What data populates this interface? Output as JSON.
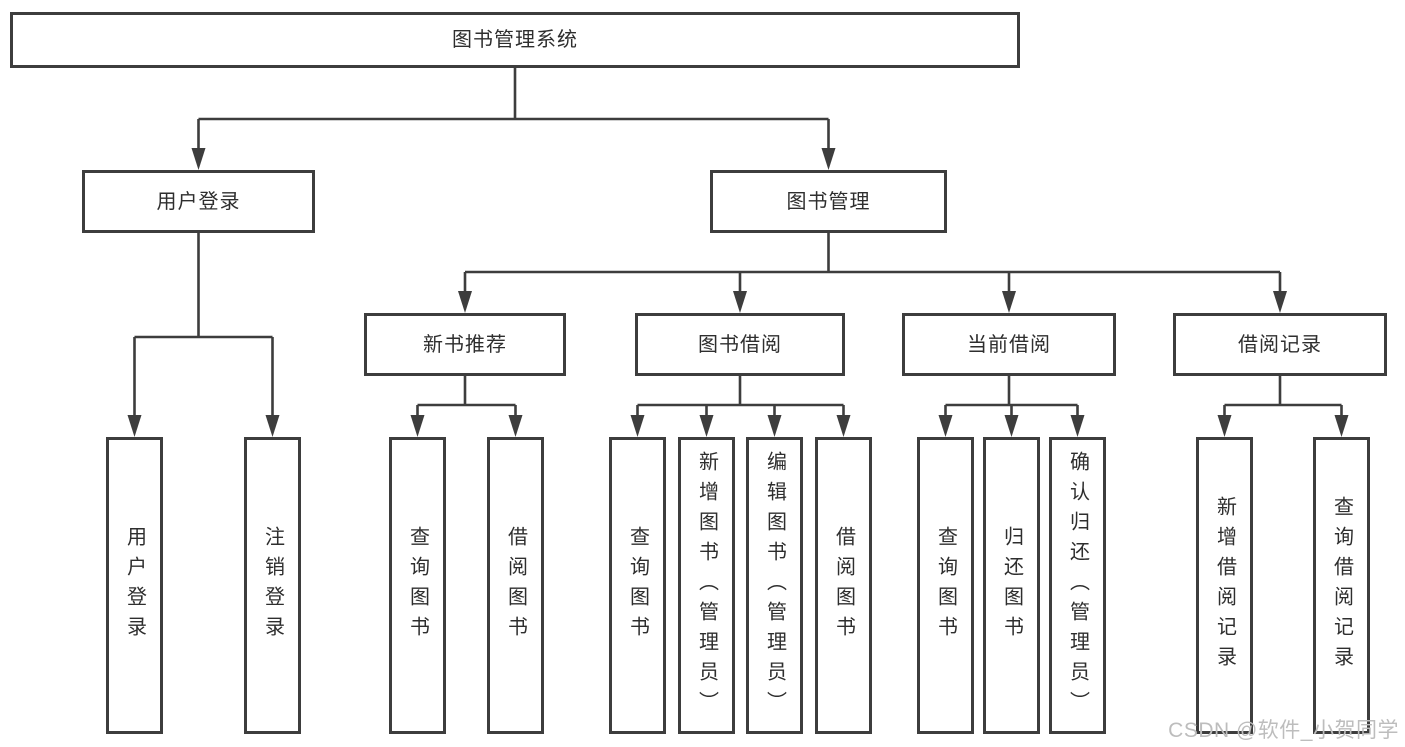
{
  "theme": {
    "line": "#3d3d3d",
    "text": "#2e2e2e",
    "watermark": "#bdbdbd",
    "background": "#ffffff"
  },
  "watermark": "CSDN @软件_小贺同学",
  "tree": {
    "root": "图书管理系统",
    "branches": [
      {
        "label": "用户登录",
        "children": [
          "用户登录",
          "注销登录"
        ]
      },
      {
        "label": "图书管理",
        "groups": [
          {
            "label": "新书推荐",
            "children": [
              "查询图书",
              "借阅图书"
            ]
          },
          {
            "label": "图书借阅",
            "children": [
              "查询图书",
              "新增图书（管理员）",
              "编辑图书（管理员）",
              "借阅图书"
            ]
          },
          {
            "label": "当前借阅",
            "children": [
              "查询图书",
              "归还图书",
              "确认归还（管理员）"
            ]
          },
          {
            "label": "借阅记录",
            "children": [
              "新增借阅记录",
              "查询借阅记录"
            ]
          }
        ]
      }
    ]
  }
}
